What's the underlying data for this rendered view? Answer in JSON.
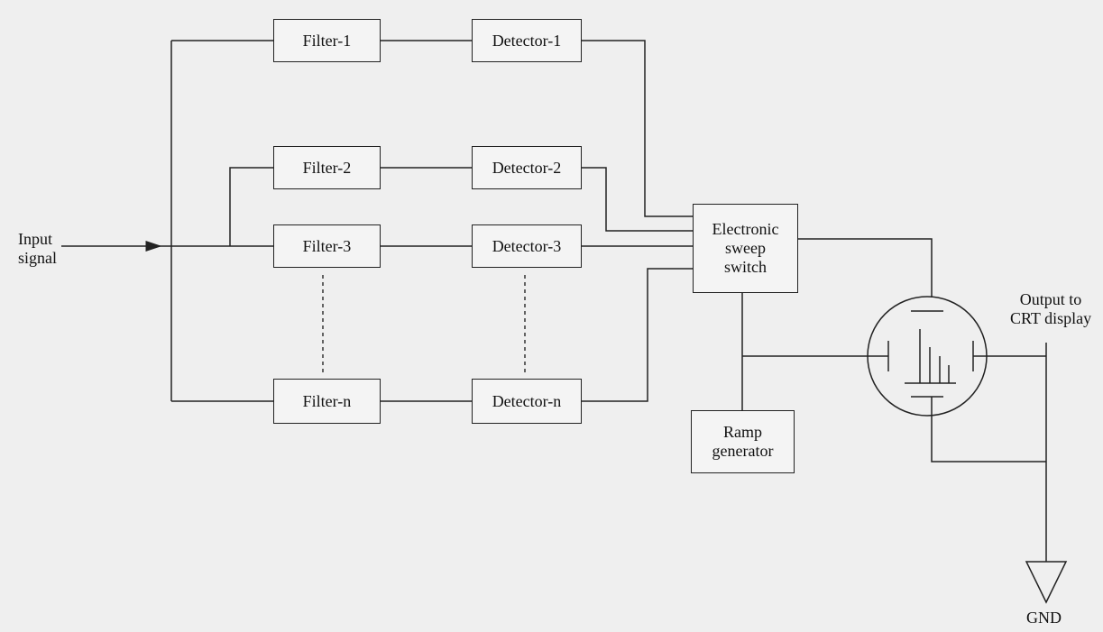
{
  "diagram": {
    "input_label": "Input\nsignal",
    "filters": [
      "Filter-1",
      "Filter-2",
      "Filter-3",
      "Filter-n"
    ],
    "detectors": [
      "Detector-1",
      "Detector-2",
      "Detector-3",
      "Detector-n"
    ],
    "sweep_switch": "Electronic\nsweep\nswitch",
    "ramp_generator": "Ramp\ngenerator",
    "output_label": "Output to\nCRT display",
    "ground_label": "GND"
  },
  "colors": {
    "background": "#efefef",
    "line": "#222222"
  }
}
